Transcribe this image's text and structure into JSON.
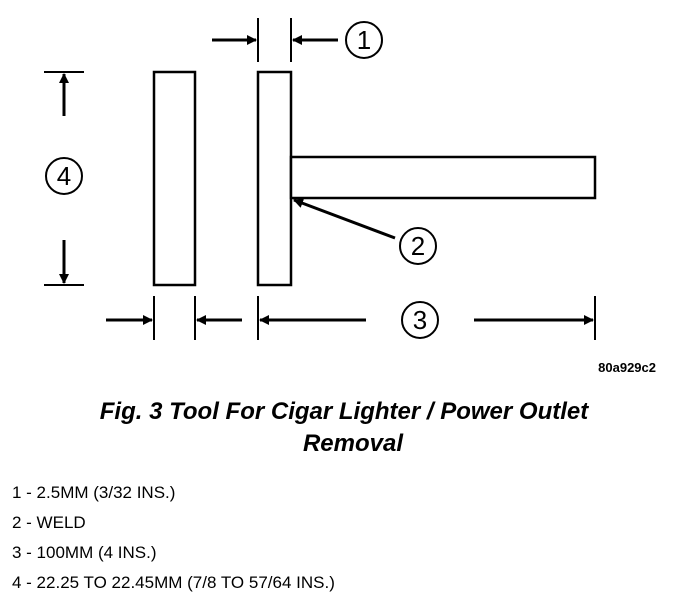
{
  "figure": {
    "code": "80a929c2",
    "callouts": {
      "c1": "1",
      "c2": "2",
      "c3": "3",
      "c4": "4"
    }
  },
  "caption": {
    "line1": "Fig. 3 Tool For Cigar Lighter / Power Outlet",
    "line2": "Removal"
  },
  "legend": [
    "1 - 2.5MM (3/32 INS.)",
    "2 - WELD",
    "3 - 100MM (4 INS.)",
    "4 - 22.25 TO 22.45MM (7/8 TO 57/64 INS.)"
  ]
}
